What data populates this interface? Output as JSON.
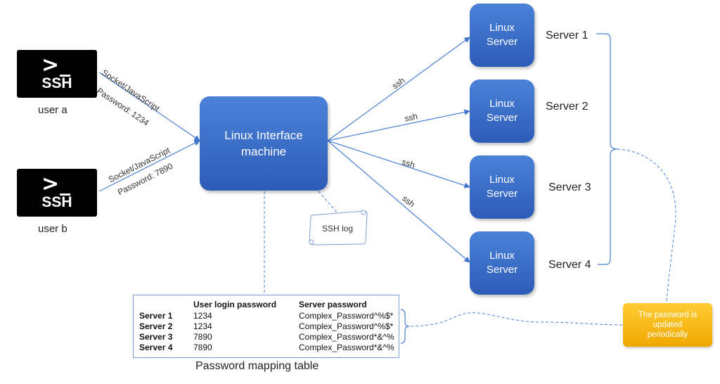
{
  "users": [
    {
      "prompt": ">_",
      "badge": "SSH",
      "label": "user a",
      "conn_line1": "Socket/JavaScript",
      "conn_line2": "Password: 1234"
    },
    {
      "prompt": ">_",
      "badge": "SSH",
      "label": "user b",
      "conn_line1": "Socket/JavaScript",
      "conn_line2": "Password: 7890"
    }
  ],
  "interface": {
    "line1": "Linux Interface",
    "line2": "machine"
  },
  "ssh_log": {
    "label": "SSH log"
  },
  "edge_label": "ssh",
  "servers": [
    {
      "box": "Linux Server",
      "name": "Server 1"
    },
    {
      "box": "Linux Server",
      "name": "Server 2"
    },
    {
      "box": "Linux Server",
      "name": "Server 3"
    },
    {
      "box": "Linux Server",
      "name": "Server 4"
    }
  ],
  "mapping_table": {
    "headers": {
      "login": "User login password",
      "server": "Server password"
    },
    "rows": [
      {
        "name": "Server 1",
        "login": "1234",
        "server": "Complex_Password^%$*"
      },
      {
        "name": "Server 2",
        "login": "1234",
        "server": "Complex_Password^%$*"
      },
      {
        "name": "Server 3",
        "login": "7890",
        "server": "Complex_Password*&^%"
      },
      {
        "name": "Server 4",
        "login": "7890",
        "server": "Complex_Password*&^%"
      }
    ],
    "caption": "Password mapping table"
  },
  "note": {
    "text": "The password is updated periodically"
  },
  "colors": {
    "box": "#3a6fcf",
    "line": "#4a7fd6",
    "note": "#f5b400",
    "terminal": "#000000"
  }
}
